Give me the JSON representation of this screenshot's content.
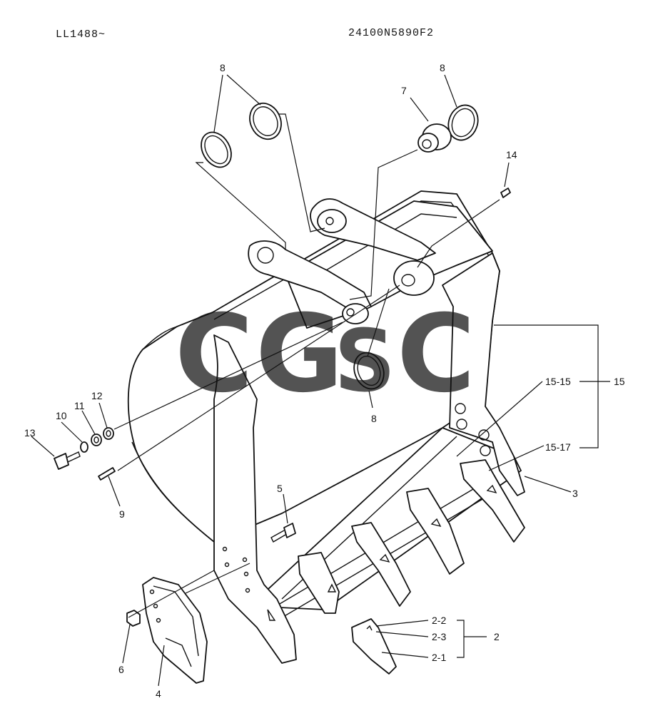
{
  "header": {
    "serial": "LL1488~",
    "part_number": "24100N5890F2"
  },
  "callouts": {
    "c8a": "8",
    "c8b": "8",
    "c8c": "8",
    "c7": "7",
    "c14": "14",
    "c15": "15",
    "c15_15": "15-15",
    "c15_17": "15-17",
    "c13": "13",
    "c10": "10",
    "c11": "11",
    "c12": "12",
    "c9": "9",
    "c5": "5",
    "c3": "3",
    "c2": "2",
    "c2_2": "2-2",
    "c2_3": "2-3",
    "c2_1": "2-1",
    "c6": "6",
    "c4": "4"
  },
  "watermark": {
    "letters": [
      "C",
      "G",
      "S",
      "C"
    ],
    "colors": [
      "#4a90f0",
      "#f05a5a",
      "#f7c936",
      "#3fb07a"
    ]
  }
}
